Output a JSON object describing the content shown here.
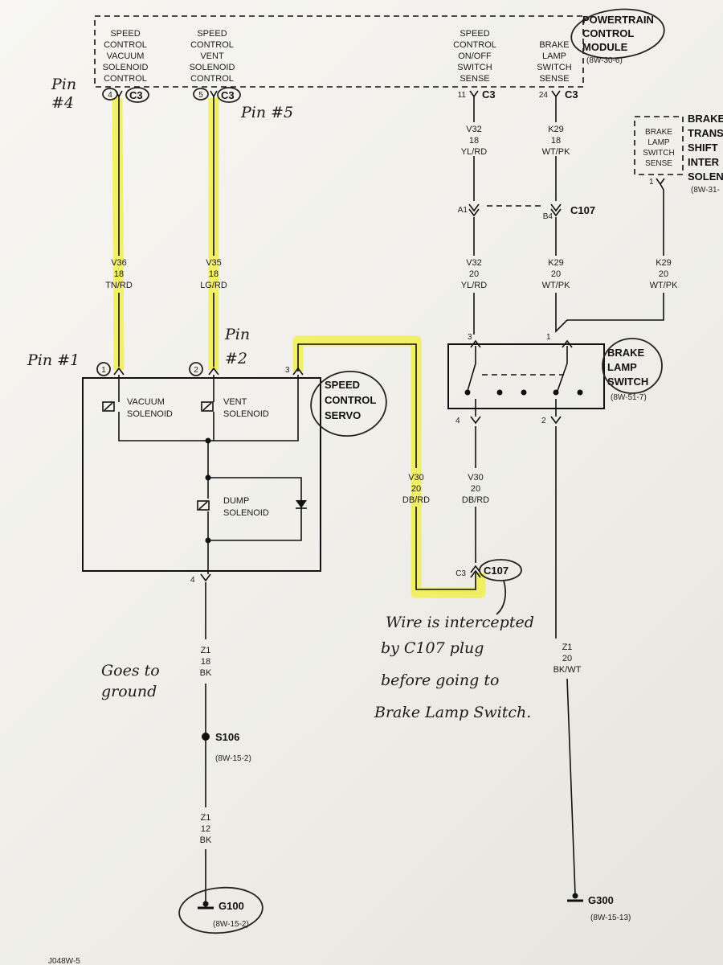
{
  "pcm": {
    "title": [
      "POWERTRAIN",
      "CONTROL",
      "MODULE"
    ],
    "ref": "(8W-30-6)",
    "col1": [
      "SPEED",
      "CONTROL",
      "VACUUM",
      "SOLENOID",
      "CONTROL"
    ],
    "col2": [
      "SPEED",
      "CONTROL",
      "VENT",
      "SOLENOID",
      "CONTROL"
    ],
    "col3": [
      "SPEED",
      "CONTROL",
      "ON/OFF",
      "SWITCH",
      "SENSE"
    ],
    "col4": [
      "BRAKE",
      "LAMP",
      "SWITCH",
      "SENSE"
    ],
    "pin4": "4",
    "pin5": "5",
    "pin11": "11",
    "pin24": "24",
    "conn": "C3"
  },
  "btsi": {
    "inner": [
      "BRAKE",
      "LAMP",
      "SWITCH",
      "SENSE"
    ],
    "title": [
      "BRAKE",
      "TRANS",
      "SHIFT",
      "INTER",
      "SOLEN"
    ],
    "ref": "(8W-31-",
    "pin": "1"
  },
  "wires": {
    "v36": [
      "V36",
      "18",
      "TN/RD"
    ],
    "v35": [
      "V35",
      "18",
      "LG/RD"
    ],
    "v32a": [
      "V32",
      "18",
      "YL/RD"
    ],
    "k29a": [
      "K29",
      "18",
      "WT/PK"
    ],
    "v32b": [
      "V32",
      "20",
      "YL/RD"
    ],
    "k29b": [
      "K29",
      "20",
      "WT/PK"
    ],
    "k29c": [
      "K29",
      "20",
      "WT/PK"
    ],
    "v30a": [
      "V30",
      "20",
      "DB/RD"
    ],
    "v30b": [
      "V30",
      "20",
      "DB/RD"
    ],
    "z1a": [
      "Z1",
      "18",
      "BK"
    ],
    "z1b": [
      "Z1",
      "12",
      "BK"
    ],
    "z1c": [
      "Z1",
      "20",
      "BK/WT"
    ]
  },
  "c107": {
    "a1": "A1",
    "b4": "B4",
    "label": "C107",
    "c3": "C3"
  },
  "servo": {
    "title": [
      "SPEED",
      "CONTROL",
      "SERVO"
    ],
    "vacuum": [
      "VACUUM",
      "SOLENOID"
    ],
    "vent": [
      "VENT",
      "SOLENOID"
    ],
    "dump": [
      "DUMP",
      "SOLENOID"
    ],
    "pin1": "1",
    "pin2": "2",
    "pin3": "3",
    "pin4": "4"
  },
  "bls": {
    "title": [
      "BRAKE",
      "LAMP",
      "SWITCH"
    ],
    "ref": "(8W-51-7)",
    "pin3": "3",
    "pin1": "1",
    "pin4": "4",
    "pin2": "2"
  },
  "grounds": {
    "s106": "S106",
    "s106ref": "(8W-15-2)",
    "g100": "G100",
    "g100ref": "(8W-15-2)",
    "g300": "G300",
    "g300ref": "(8W-15-13)"
  },
  "handwriting": {
    "pin4": [
      "Pin",
      "#4"
    ],
    "pin5": "Pin #5",
    "pin1": "Pin #1",
    "pin2": [
      "Pin",
      "#2"
    ],
    "ground": [
      "Goes to",
      "ground"
    ],
    "note": [
      "Wire is intercepted",
      "by C107 plug",
      "before going to",
      "Brake Lamp Switch."
    ]
  },
  "footer": "J048W-5",
  "colors": {
    "highlight": "#f0ef3a",
    "ink": "#111111",
    "pen": "#2a2020"
  }
}
